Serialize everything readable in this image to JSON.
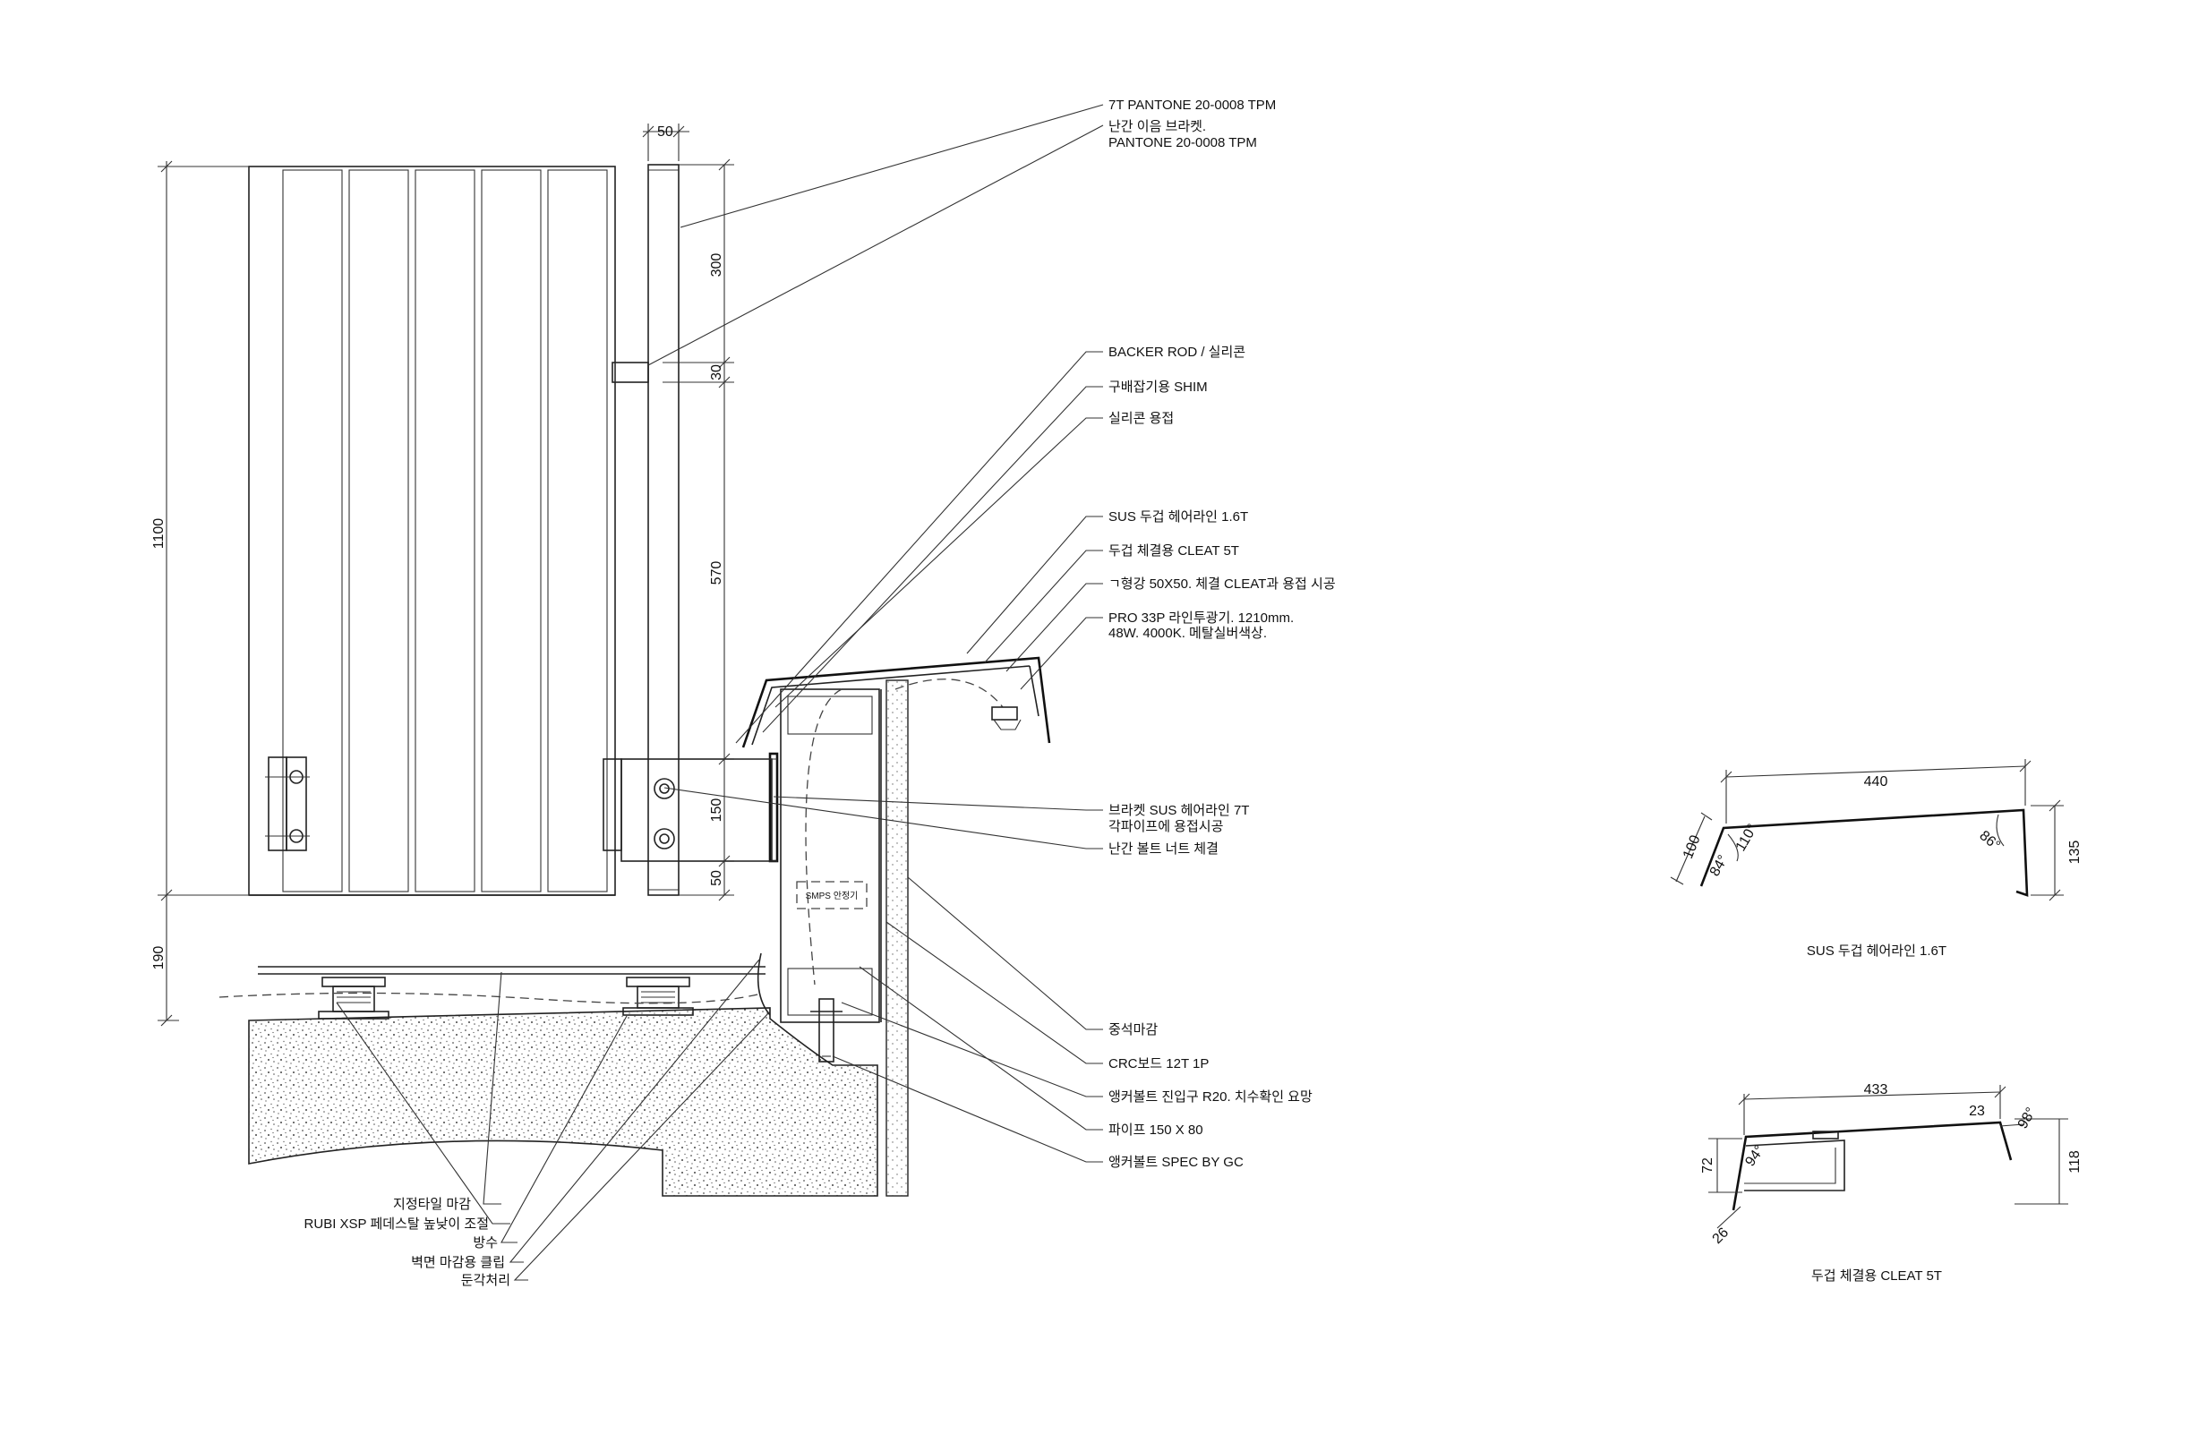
{
  "labels_right": [
    {
      "id": "l1",
      "lines": [
        "7T PANTONE 20-0008 TPM"
      ]
    },
    {
      "id": "l2",
      "lines": [
        "난간 이음 브라켓.",
        "PANTONE 20-0008 TPM"
      ]
    },
    {
      "id": "l3",
      "lines": [
        "BACKER ROD / 실리콘"
      ]
    },
    {
      "id": "l4",
      "lines": [
        "구배잡기용 SHIM"
      ]
    },
    {
      "id": "l5",
      "lines": [
        "실리콘 용접"
      ]
    },
    {
      "id": "l6",
      "lines": [
        "SUS 두겁 헤어라인 1.6T"
      ]
    },
    {
      "id": "l7",
      "lines": [
        "두겁 체결용 CLEAT 5T"
      ]
    },
    {
      "id": "l8",
      "lines": [
        "ㄱ형강 50X50.   체결 CLEAT과 용접 시공"
      ]
    },
    {
      "id": "l9",
      "lines": [
        "PRO 33P 라인투광기. 1210mm.",
        "48W. 4000K. 메탈실버색상."
      ]
    },
    {
      "id": "l10",
      "lines": [
        "브라켓 SUS 헤어라인 7T",
        "각파이프에 용접시공"
      ]
    },
    {
      "id": "l11",
      "lines": [
        "난간 볼트 너트 체결"
      ]
    },
    {
      "id": "l12",
      "lines": [
        "중석마감"
      ]
    },
    {
      "id": "l13",
      "lines": [
        "CRC보드 12T 1P"
      ]
    },
    {
      "id": "l14",
      "lines": [
        "앵커볼트 진입구 R20. 치수확인 요망"
      ]
    },
    {
      "id": "l15",
      "lines": [
        "파이프 150 X 80"
      ]
    },
    {
      "id": "l16",
      "lines": [
        "앵커볼트 SPEC BY GC"
      ]
    }
  ],
  "labels_left": [
    {
      "id": "b1",
      "text": "지정타일 마감"
    },
    {
      "id": "b2",
      "text": "RUBI XSP 페데스탈 높낮이 조절"
    },
    {
      "id": "b3",
      "text": "방수"
    },
    {
      "id": "b4",
      "text": "벽면 마감용 클립"
    },
    {
      "id": "b5",
      "text": "둔각처리"
    }
  ],
  "smps_label": "SMPS 안정기",
  "dimensions": {
    "top_width": "50",
    "left_height": "1100",
    "left_lower": "190",
    "post_300": "300",
    "post_30": "30",
    "post_570": "570",
    "post_150": "150",
    "post_50": "50"
  },
  "detail_sus": {
    "caption": "SUS 두겁 헤어라인 1.6T",
    "width": "440",
    "left_height": "100",
    "right_height": "135",
    "angle_left_outer": "110°",
    "angle_left_inner": "84°",
    "angle_right": "86°"
  },
  "detail_cleat": {
    "caption": "두겁 체결용 CLEAT 5T",
    "width": "433",
    "right_offset": "23",
    "angle_right": "98°",
    "angle_left": "94°",
    "left_height": "72",
    "right_height": "118",
    "bottom": "26"
  }
}
